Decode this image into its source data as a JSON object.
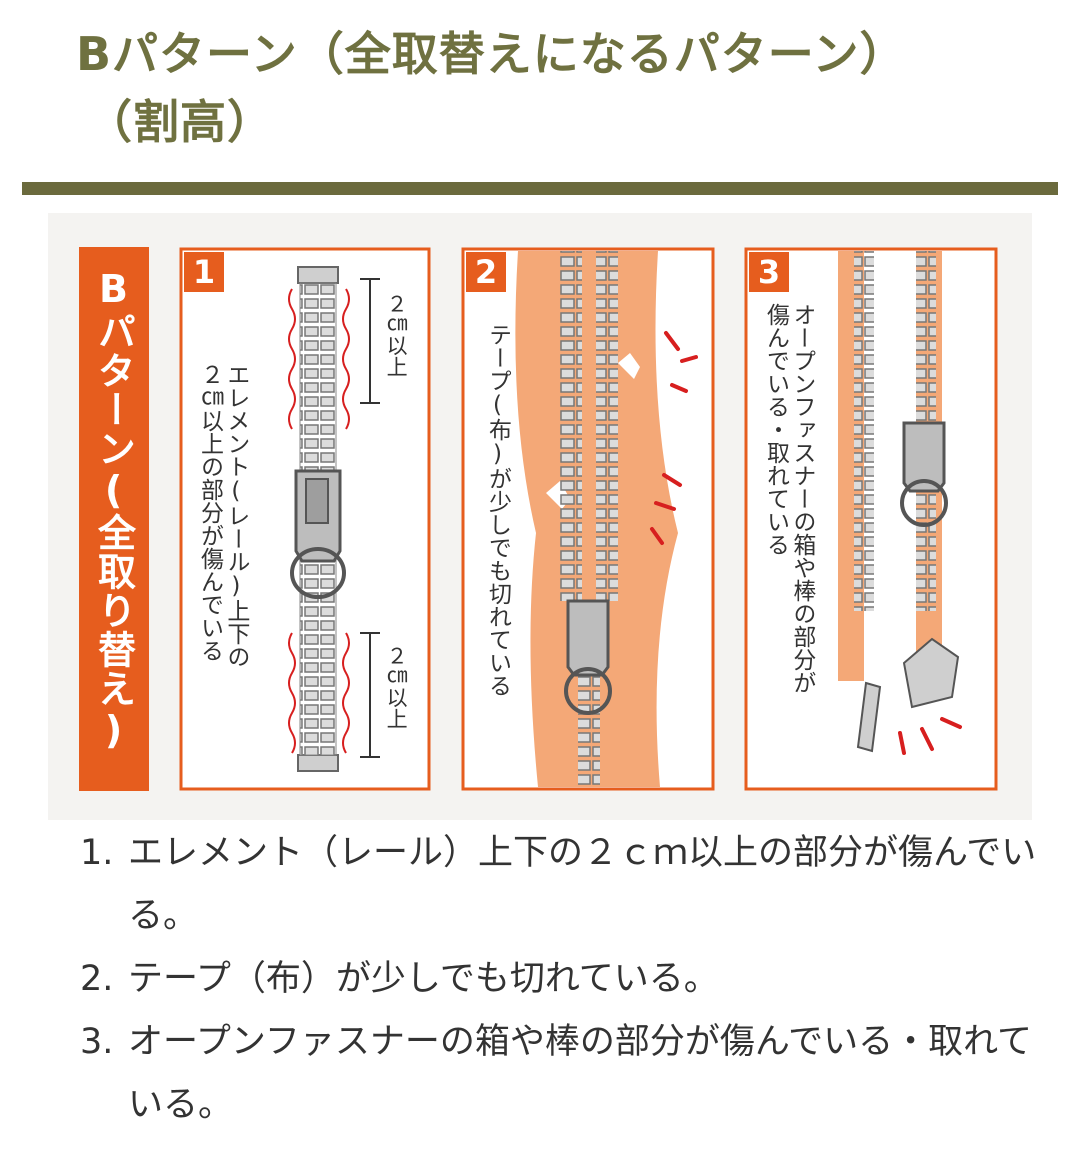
{
  "heading": {
    "line1": "Bパターン（全取替えになるパターン）",
    "line2": "（割高）"
  },
  "figure": {
    "side_label": "Bパターン(全取り替え)",
    "panels": [
      {
        "number": "1",
        "caption": "エレメント(レール)上下の\n２㎝以上の部分が傷んでいる",
        "measure_top": "２㎝以上",
        "measure_bottom": "２㎝以上"
      },
      {
        "number": "2",
        "caption": "テープ(布)が少しでも切れている"
      },
      {
        "number": "3",
        "caption": "オープンファスナーの箱や棒の部分が\n傷んでいる・取れている"
      }
    ]
  },
  "list": [
    {
      "num": "1.",
      "text": "エレメント（レール）上下の２ｃｍ以上の部分が傷んでいる。"
    },
    {
      "num": "2.",
      "text": "テープ（布）が少しでも切れている。"
    },
    {
      "num": "3.",
      "text": "オープンファスナーの箱や棒の部分が傷んでいる・取れている。"
    }
  ],
  "colors": {
    "heading": "#6f7140",
    "rule": "#6b6a3d",
    "accent_orange": "#e65d1e",
    "tape_orange": "#f4a877",
    "damage_red": "#d71f1f"
  }
}
